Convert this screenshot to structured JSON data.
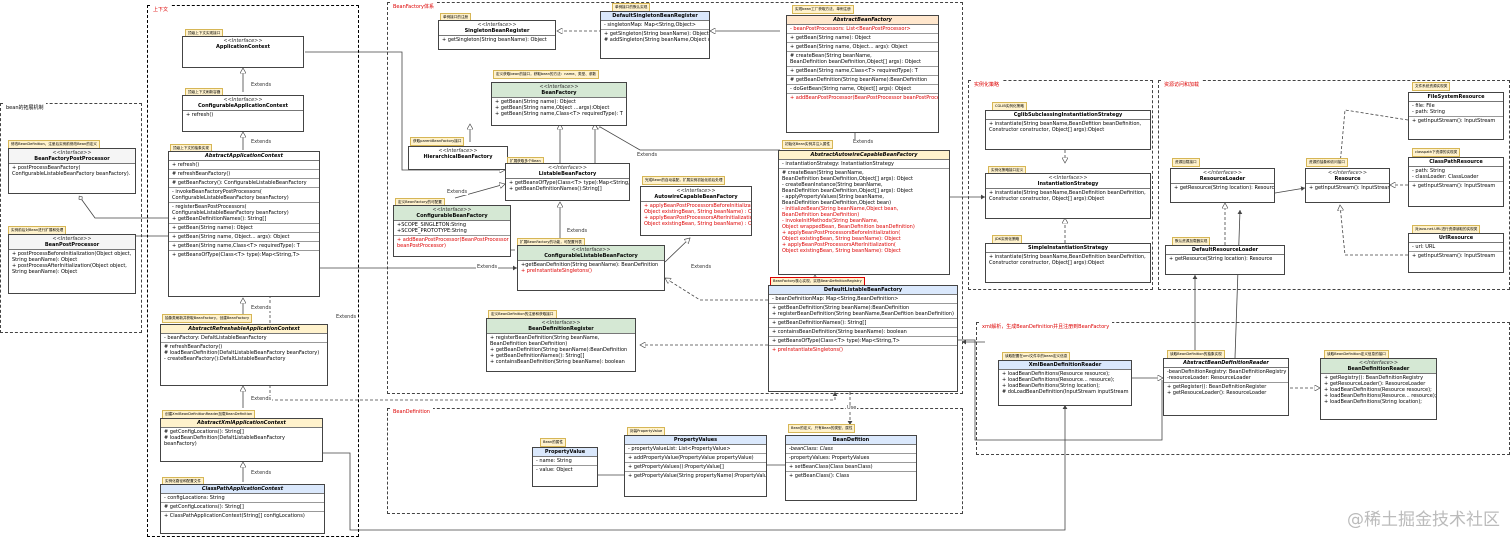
{
  "regions": {
    "bean_ext": "bean的拓展机制",
    "context": "上下文",
    "bean_factory": "BeanFactory体系",
    "strategy": "实例化策略",
    "resource": "资源访问和加载",
    "xml": "xml解析，生成BeanDefinition并且注册到BeanFactory",
    "definition": "BeanDefinition"
  },
  "stereotype": "<<Interface>>",
  "classes": {
    "beanFactoryPostProcessor": {
      "name": "BeanFactoryPostProcessor",
      "note": "修改BeanDefinition，注册后实例前修改Bean的定义",
      "members": [
        "+ postProcessBeanFactory(",
        "ConfigurableListableBeanFactory beanFactory)."
      ]
    },
    "beanPostProcessor": {
      "name": "BeanPostProcessor",
      "note": "实例前后对Bean进行扩展和处理",
      "members": [
        "+ postProcessBeforeInitialization(Object object,",
        "String beanName): Object",
        "+ postProcessAfterInitialization(Object object,",
        "String beanName): Object"
      ]
    },
    "applicationContext": {
      "name": "ApplicationContext",
      "note": "顶级上下文实现接口"
    },
    "configurableApplicationContext": {
      "name": "ConfigurableApplicationContext",
      "note": "顶级上下文刷新容器",
      "members": [
        "+ refresh()"
      ]
    },
    "abstractApplicationContext": {
      "name": "AbstractApplicationContext",
      "note": "顶级上下文的抽象实现",
      "members": [
        "+ refresh()",
        "# refreshBeanFactory()",
        "# getBeanFactory(): ConfigurableListableBeanFactory",
        "- invokeBeanFactoryPostProcessors(",
        "ConfigurableListableBeanFactory beanFactory)",
        "- registerBeanPostProcessors(",
        "ConfigurableListableBeanFactory beanFactory)",
        "+ getBeanDefinitionNames(): String[]",
        "+ getBean(String name): Object",
        "+ getBean(String name,  Object... args): Object",
        "+ getBean(String name,Class<T> requiredType): T",
        "+ getBeansOfType(Class<T> type):Map<String,T>"
      ]
    },
    "abstractRefreshableApplicationContext": {
      "name": "AbstractRefreshableApplicationContext",
      "note": "抽象类刷新并获取BeanFactory，创建BeanFactory",
      "members": [
        "- beanFactory: DefaltListableBeanFactory",
        "# refreshBeanFactory()",
        "# loadBeanDefinition(DefaltListableBeanFactory beanFactory)",
        "- createBeanFactory():DefaltListableBeanFactory"
      ]
    },
    "abstractXmlApplicationContext": {
      "name": "AbstractXmlApplicationContext",
      "note": "创建XmlBeanDefinitionReader加载BeanDefinition",
      "members": [
        "# getConfigLocations(): String[]",
        "# loadBeanDefinition(DefaltListableBeanFactory",
        "beanFactory)"
      ]
    },
    "classPathApplicationContext": {
      "name": "ClassPathApplicationContext",
      "note": "实例化路径和配置文件",
      "members": [
        "- configLocations: String",
        "# getConfigLocations(): String[]",
        "+ ClassPathApplicationContext(String[] configLocations)"
      ]
    },
    "singletonBeanRegister": {
      "name": "SingletonBeanRegister",
      "note": "单例接口的注册",
      "members": [
        "+ getSingleton(String beanName): Object"
      ]
    },
    "defaultSingletonBeanRegister": {
      "name": "DefaultSingletonBeanRegister",
      "note": "单例接口的默认实现",
      "members": [
        "- singletonMap: Map<String,Object>",
        "+ getSingleton(String beanName): Object",
        "# addSingleton(String beanName,Object object)"
      ]
    },
    "abstractBeanFactory": {
      "name": "AbstractBeanFactory",
      "note": "实现bean工厂获取方法，单例注册",
      "members": [
        "- beanPostProcessors: List<BeanPostProcessor>",
        "+ getBean(String name): Object",
        "+ getBean(String name,  Object... args): Object",
        "# createBean(String beanName,",
        "BeanDefinition beanDefinition,Object[] args): Object",
        "+ getBean(String name,Class<T> requiredType): T",
        "# getBeanDefinition(String beanName):BeanDefinition",
        "- doGetBean(String name,  Object[] args): Object",
        "+ addBeanPostProcessor(BeanPostProcessor beanPostProcessor)"
      ]
    },
    "beanFactory": {
      "name": "BeanFactory",
      "note": "定义获取bean的接口，获取bean的方法：name、类型、参数",
      "members": [
        "+ getBean(String name): Object",
        "+ getBean(String name,Object ...args):Object",
        "+ getBean(String name,Class<T> requiredType): T"
      ]
    },
    "hierarchicalBeanFactory": {
      "name": "HierarchicalBeanFactory",
      "note": "获取parentBeanFactory接口"
    },
    "listableBeanFactory": {
      "name": "ListableBeanFactory",
      "note": "扩展获取多个Bean",
      "members": [
        "+ getBeansOfType(Class<T> type):Map<String,T>",
        "+ getBeanDefinitionNames():String[]"
      ]
    },
    "autowireCapableBeanFactory": {
      "name": "AutowireCapableBeanFactory",
      "note": "完成Bean的自动装配，扩展实例初始化前后处理",
      "members": [
        "+ applyBeanPostProcessorsBeforeInitialization(",
        "Object existingBean, String beanName) : Object",
        "+ applyBeanPostProcessorsAfterInitialization(",
        "Object existingBean, String beanName) : Object"
      ]
    },
    "configurableBeanFactory": {
      "name": "ConfigurableBeanFactory",
      "note": "定义BeanFactory的可配置",
      "members": [
        "+SCOPE_SINGLETON:String",
        "+SCOPE_PROTOTYPE:String",
        "+ addBeanPostProcessor(BeanPostProcessor",
        "beanPostProcessor)"
      ]
    },
    "configurableListableBeanFactory": {
      "name": "ConfigurableListableBeanFactory",
      "note": "扩展BeanFactory的功能，可配置列表",
      "members": [
        "+getBeanDefinition(String beanName): BeanDefinition",
        "+ preInstantiateSingletons()"
      ]
    },
    "abstractAutowireCapableBeanFactory": {
      "name": "AbstractAutowireCapableBeanFactory",
      "note": "初始化Bean实例并注入属性",
      "members": [
        "- instantiationStrategy: InstantiationStrategy",
        "# createBean(String beanName,",
        "BeanDefinition beanDefinition,Object[] args): Object",
        "- createBeanInstance(String beanName,",
        "BeanDefinition beanDefinition,Object[] args): Object",
        "- applyPropertyValues(String beanName,",
        "BeanDefinition beanDefinition,Object bean)",
        "- initializeBean(String beanName,Object bean,",
        "BeanDefinition beanDefinition)",
        "- invokeInitMethods(String beanName,",
        "Object wrappedBean, BeanDefinition beanDefinition)",
        "+ applyBeanPostProcessorsBeforeInitialization(",
        "Object existingBean, String beanName): Object",
        "+ applyBeanPostProcessorsAfterInitialization(",
        "Object existingBean, String beanName): Object"
      ]
    },
    "defaultListableBeanFactory": {
      "name": "DefaultListableBeanFactory",
      "note": "BeanFactory核心实现，实现BeanDefinitionRegistry",
      "members": [
        "- beanDefinitionMap: Map<String,BeanDefinition>",
        "+ getBeanDefinition(String beanName):BeanDefinition",
        "+ registerBeanDefinition(String beanName,BeanDefition beanDefinition)",
        "+ getBeanDefinitionNames(): String[]",
        "+ containsBeanDefinition(String beanName): boolean",
        "+ getBeansOfType(Class<T> type):Map<String,T>",
        "+ preInstantiateSingletons()"
      ]
    },
    "beanDefinitionRegister": {
      "name": "BeanDefinitionRegister",
      "note": "定义BeanDefinition的注册和获取接口",
      "members": [
        "+ registerBeanDefinition(String beanName,",
        "BeanDefinition beanDefinition)",
        "+ getBeanDefinition(String beanName):BeanDefinition",
        "+ getBeanDefinitionNames(): String[]",
        "+ containsBeanDefinition(String beanName): boolean"
      ]
    },
    "cglibStrategy": {
      "name": "CglibSubclassingInstantiationStrategy",
      "note": "CGLIB实例化策略",
      "members": [
        "+ instantiate(String beanName,BeanDefition beanDefinition,",
        "Constructor constructor, Object[] args):Object"
      ]
    },
    "instantiationStrategy": {
      "name": "InstantiationStrategy",
      "note": "实例化策略接口定义",
      "members": [
        "+ instantiate(String beanName,BeanDefinition beanDefinition,",
        "Constructor constructor, Object[] args):Object"
      ]
    },
    "simpleStrategy": {
      "name": "SimpleInstantiationStrategy",
      "note": "JDK实例化策略",
      "members": [
        "+ instantiate(String beanName,BeanDefinition beanDefinition,",
        "Constructor constructor, Object[] args):Object"
      ]
    },
    "resourceLoader": {
      "name": "ResourceLoader",
      "note": "资源加载接口",
      "members": [
        "+ getResource(String location): Resource"
      ]
    },
    "defaultResourceLoader": {
      "name": "DefaultResourceLoader",
      "note": "默认资源加载器实现",
      "members": [
        "+ getResource(String location): Resource"
      ]
    },
    "resource": {
      "name": "Resource",
      "note": "资源的抽象和访问接口",
      "members": [
        "+ getInputStream(): InputStream"
      ]
    },
    "fileSystemResource": {
      "name": "FileSystemResource",
      "note": "文件系统资源实现类",
      "members": [
        "- file: File",
        "- path: String",
        "+ getInputStream(): InputStream"
      ]
    },
    "classPathResource": {
      "name": "ClassPathResource",
      "note": "classpath下资源的实现类",
      "members": [
        "- path: String",
        "- classLoader: ClassLoader",
        "+ getInputStream(): InputStream"
      ]
    },
    "urlResource": {
      "name": "UrlResource",
      "note": "对java.net.URL进行资源读取的实现类",
      "members": [
        "- url: URL",
        "+ getInputStream(): InputStream"
      ]
    },
    "xmlBeanDefinitionReader": {
      "name": "XmlBeanDefinitionReader",
      "note": "读取配置在xml文件中的bean定义信息",
      "members": [
        "+ loadBeanDefinitions(Resource resource);",
        "+ loadBeanDefinitions(Resource... resource);",
        "+ loadBeanDefinitions(String location);",
        "# doLoadBeanDefinition(InputStream inputStream"
      ]
    },
    "abstractBeanDefinitionReader": {
      "name": "AbstractBeanDefinitionReader",
      "note": "读取BeanDefinition的抽象实现",
      "members": [
        "-beanDefinitionRegistry: BeanDefinitionRegistry",
        "-resourceLoader: ResourceLoader",
        "+ getRegister(): BeanDefinitionRegister",
        "+ getResouceLoader(): ResourceLoader"
      ]
    },
    "beanDefinitionReader": {
      "name": "BeanDefinitionReader",
      "note": "读取BeanDefinition定义信息的接口",
      "members": [
        "+ getRegistry(): BeanDefinitionRegistry",
        "+ getResourceLoader(): ResourceLoader",
        "+ loadBeanDefinitions(Resource resource);",
        "+ loadBeanDefinitions(Resource... resource);",
        "+ loadBeanDefinitions(String location);"
      ]
    },
    "propertyValue": {
      "name": "PropertyValue",
      "note": "Bean的属性",
      "members": [
        "- name: String",
        "- value: Object"
      ]
    },
    "propertyValues": {
      "name": "PropertyValues",
      "note": "封装PropertyValue",
      "members": [
        "- propertyValueList: List<PropertyValue>",
        "+ addPropertyValue(PropertyValue propertyValue)",
        "+ getPropertyValues():PropertyValue[]",
        "+ getPropertyValue(String propertyName):PropertyValue"
      ]
    },
    "beanDefinition": {
      "name": "BeanDefition",
      "note": "Bean的定义，只有Bean的类型、属性",
      "members": [
        "-beanClass: Class",
        "-propertyValues: PropertyValues",
        "+ setBeanClass(Class beanClass)",
        "+ getBeanClass(): Class"
      ]
    }
  },
  "edge_labels": {
    "extends": "Extends",
    "use": "Use"
  },
  "watermark": "@稀土掘金技术社区"
}
